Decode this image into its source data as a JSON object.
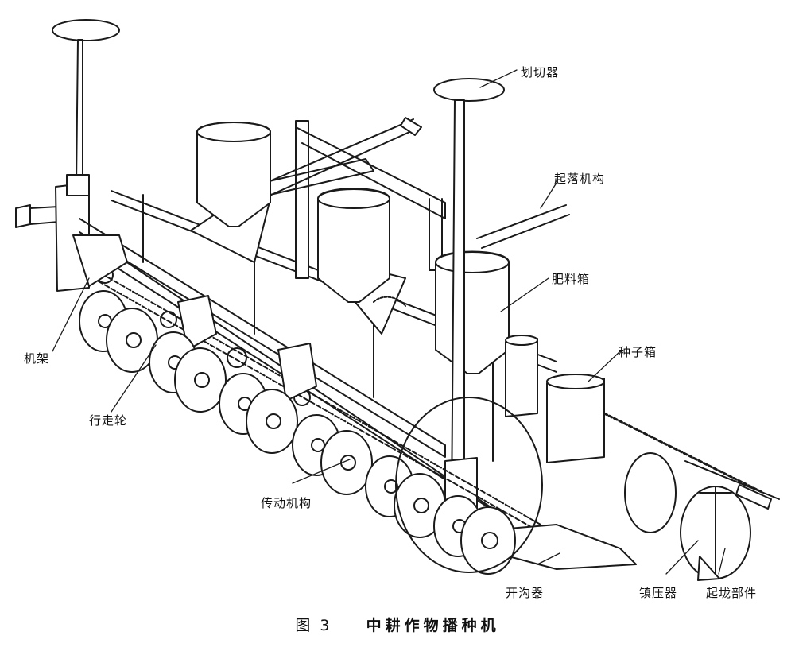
{
  "figure": {
    "labels": {
      "cutter": "划切器",
      "lift_mechanism": "起落机构",
      "fertilizer_box": "肥料箱",
      "seed_box": "种子箱",
      "frame": "机架",
      "walking_wheel": "行走轮",
      "transmission": "传动机构",
      "furrow_opener": "开沟器",
      "press_wheel": "镇压器",
      "ridging_part": "起垅部件"
    },
    "caption": {
      "number": "图 3",
      "title": "中耕作物播种机"
    }
  }
}
